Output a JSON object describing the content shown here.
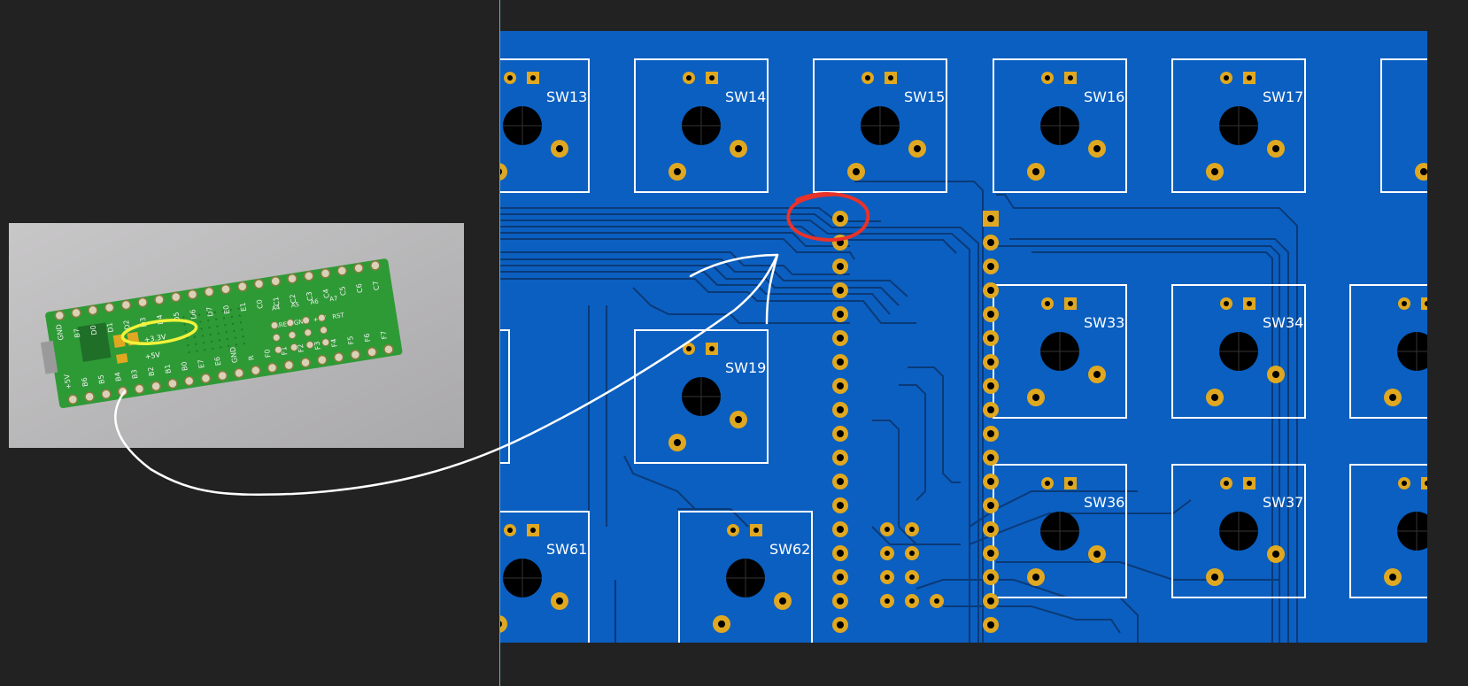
{
  "colors": {
    "background": "#222222",
    "pcb_blue": "#0b5fc0",
    "trace": "#0a3a78",
    "pad_gold": "#e0a820",
    "silkscreen": "#ffffff",
    "board_green": "#2e9a36",
    "highlight_red": "#e8322a",
    "highlight_yellow": "#f2f23a"
  },
  "switches": [
    "SW13",
    "SW14",
    "SW15",
    "SW16",
    "SW17",
    "SW33",
    "SW34",
    "SW19",
    "SW36",
    "SW37",
    "SW61",
    "SW62"
  ],
  "teensy_photo": {
    "top_pins": [
      "GND",
      "B7",
      "D0",
      "D1",
      "D2",
      "D3",
      "D4",
      "D5",
      "D6",
      "D7",
      "E0",
      "E1",
      "C0",
      "C1",
      "C2",
      "C3",
      "C4",
      "C5",
      "C6",
      "C7"
    ],
    "bottom_pins": [
      "+5V",
      "B6",
      "B5",
      "B4",
      "B3",
      "B2",
      "B1",
      "B0",
      "E7",
      "E6",
      "GND",
      "R",
      "F0",
      "F1",
      "F2",
      "F3",
      "F4",
      "F5",
      "F6",
      "F7"
    ],
    "inner_labels": [
      "A4",
      "A5",
      "A6",
      "A7",
      "AREF",
      "GND",
      "+5V",
      "RST"
    ],
    "pad_3v3": "+3.3V",
    "pad_5v": "+5V"
  },
  "icons": {
    "arrow": "hand-drawn-arrow",
    "red_circle": "red-circle-mark",
    "yellow_circle": "yellow-circle-mark"
  }
}
